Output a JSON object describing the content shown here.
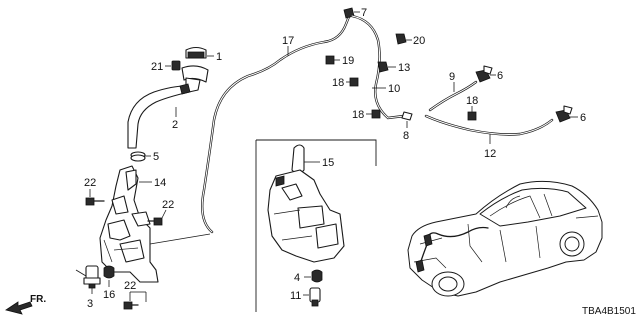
{
  "callouts": {
    "c1": "1",
    "c2": "2",
    "c3": "3",
    "c4": "4",
    "c5": "5",
    "c6a": "6",
    "c6b": "6",
    "c7": "7",
    "c8": "8",
    "c9": "9",
    "c10": "10",
    "c11": "11",
    "c12": "12",
    "c13": "13",
    "c14": "14",
    "c15": "15",
    "c16": "16",
    "c17": "17",
    "c18a": "18",
    "c18b": "18",
    "c18c": "18",
    "c19": "19",
    "c20": "20",
    "c21": "21",
    "c22a": "22",
    "c22b": "22",
    "c22c": "22"
  },
  "direction": "FR.",
  "diagram_code": "TBA4B1501",
  "colors": {
    "line": "#1a1a1a",
    "background": "#ffffff"
  }
}
